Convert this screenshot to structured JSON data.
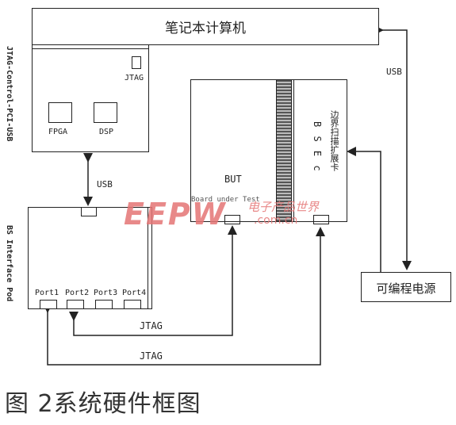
{
  "laptop": {
    "label": "笔记本计算机"
  },
  "jtag_control": {
    "side_label": "JTAG-Control-PCI-USB",
    "jtag_port": "JTAG",
    "fpga": "FPGA",
    "dsp": "DSP"
  },
  "usb_links": {
    "left": "USB",
    "right": "USB"
  },
  "bs_pod": {
    "side_label": "BS Interface Pod",
    "ports": [
      "Port1",
      "Port2",
      "Port3",
      "Port4"
    ]
  },
  "board": {
    "but_label": "BUT",
    "board_under_test": "Board under Test",
    "bsec_label": "B S E c",
    "card_label": "边界扫描扩展卡"
  },
  "power": {
    "label": "可编程电源"
  },
  "jtag_links": {
    "upper": "JTAG",
    "lower": "JTAG"
  },
  "watermark": {
    "logo": "EEPW",
    "cn": "电子产品世界",
    "url": ".com.cn"
  },
  "caption": "图 2系统硬件框图"
}
